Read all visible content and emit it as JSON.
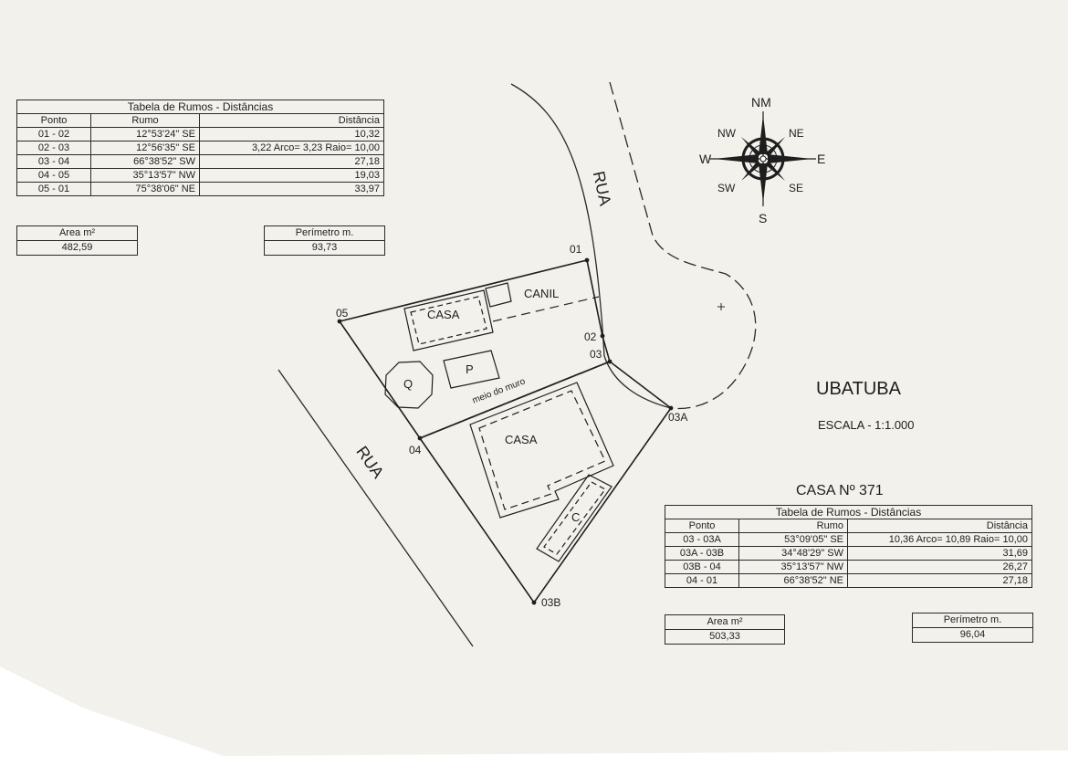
{
  "title": "UBATUBA",
  "scale": "ESCALA - 1:1.000",
  "lot_title": "CASA Nº 371",
  "north_label": "NM",
  "compass": {
    "n": "NM",
    "s": "S",
    "e": "E",
    "w": "W",
    "ne": "NE",
    "nw": "NW",
    "se": "SE",
    "sw": "SW"
  },
  "street_label": "RUA",
  "table1": {
    "caption": "Tabela de Rumos - Distâncias",
    "headers": [
      "Ponto",
      "Rumo",
      "Distância"
    ],
    "rows": [
      [
        "01 - 02",
        "12°53'24\" SE",
        "10,32"
      ],
      [
        "02 - 03",
        "12°56'35\" SE",
        "3,22 Arco= 3,23 Raio= 10,00"
      ],
      [
        "03 - 04",
        "66°38'52\" SW",
        "27,18"
      ],
      [
        "04 - 05",
        "35°13'57\" NW",
        "19,03"
      ],
      [
        "05 - 01",
        "75°38'06\" NE",
        "33,97"
      ]
    ],
    "area_label": "Area m²",
    "area_value": "482,59",
    "perimeter_label": "Perímetro m.",
    "perimeter_value": "93,73"
  },
  "table2": {
    "caption": "Tabela de Rumos - Distâncias",
    "headers": [
      "Ponto",
      "Rumo",
      "Distância"
    ],
    "rows": [
      [
        "03 - 03A",
        "53°09'05\" SE",
        "10,36 Arco= 10,89 Raio= 10,00"
      ],
      [
        "03A - 03B",
        "34°48'29\" SW",
        "31,69"
      ],
      [
        "03B - 04",
        "35°13'57\" NW",
        "26,27"
      ],
      [
        "04 - 01",
        "66°38'52\" NE",
        "27,18"
      ]
    ],
    "area_label": "Area m²",
    "area_value": "503,33",
    "perimeter_label": "Perímetro m.",
    "perimeter_value": "96,04"
  },
  "plan": {
    "points": {
      "p01": "01",
      "p02": "02",
      "p03": "03",
      "p03a": "03A",
      "p03b": "03B",
      "p04": "04",
      "p05": "05"
    },
    "labels": {
      "casa_top": "CASA",
      "canil": "CANIL",
      "q": "Q",
      "p": "P",
      "meio_do_muro": "meio do muro",
      "casa_bottom": "CASA",
      "c": "C"
    }
  }
}
